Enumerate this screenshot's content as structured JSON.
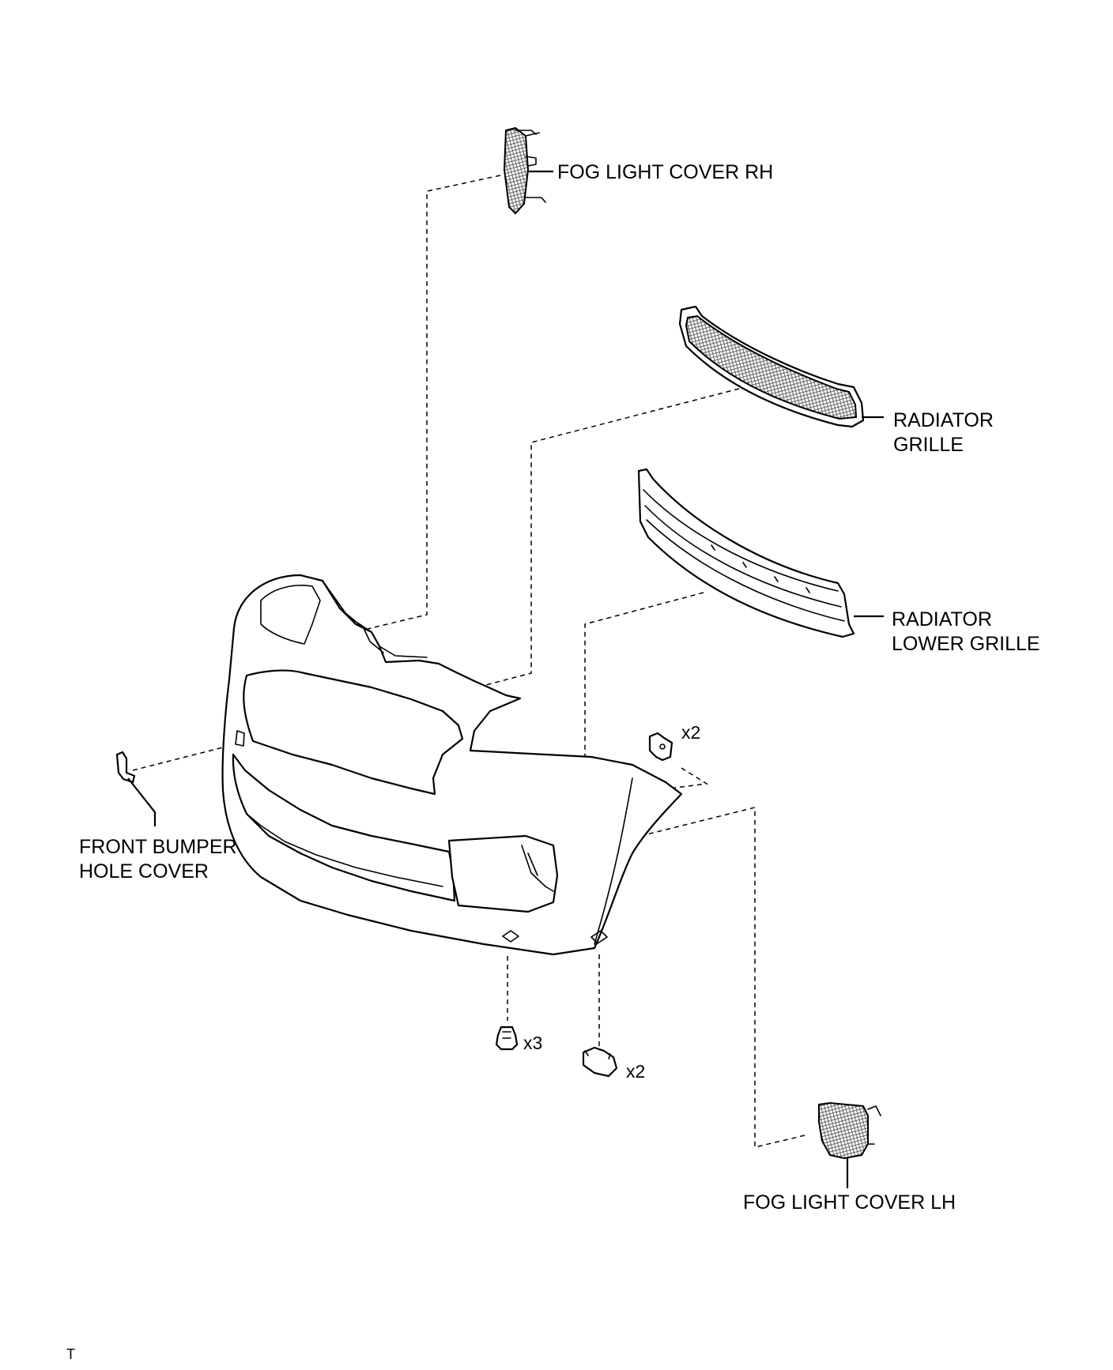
{
  "labels": {
    "fog_light_cover_rh": "FOG LIGHT COVER RH",
    "radiator_grille_line1": "RADIATOR",
    "radiator_grille_line2": "GRILLE",
    "radiator_lower_grille_line1": "RADIATOR",
    "radiator_lower_grille_line2": "LOWER GRILLE",
    "front_bumper_hole_cover_line1": "FRONT BUMPER",
    "front_bumper_hole_cover_line2": "HOLE COVER",
    "fog_light_cover_lh": "FOG LIGHT COVER LH"
  },
  "quantities": {
    "upper_clip": "x2",
    "screw": "x3",
    "lower_clip": "x2"
  },
  "footer": {
    "code": "T"
  }
}
